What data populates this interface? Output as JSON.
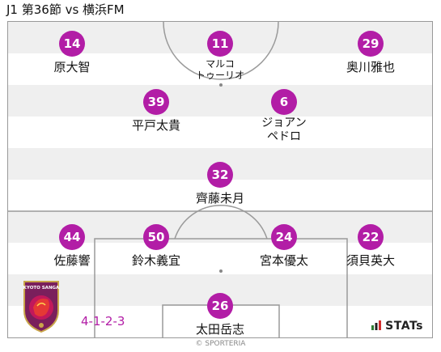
{
  "header": {
    "title": "J1 第36節 vs 横浜FM"
  },
  "formation": "4-1-2-3",
  "brand": "STATs",
  "copyright": "© SPORTERIA",
  "accent_color": "#b21da6",
  "players": [
    {
      "id": "p14",
      "number": "14",
      "name": "原大智"
    },
    {
      "id": "p11",
      "number": "11",
      "name_line1": "マルコ",
      "name_line2": "トゥーリオ"
    },
    {
      "id": "p29",
      "number": "29",
      "name": "奥川雅也"
    },
    {
      "id": "p39",
      "number": "39",
      "name": "平戸太貴"
    },
    {
      "id": "p6",
      "number": "6",
      "name_line1": "ジョアン",
      "name_line2": "ペドロ"
    },
    {
      "id": "p32",
      "number": "32",
      "name": "齊藤未月"
    },
    {
      "id": "p44",
      "number": "44",
      "name": "佐藤響"
    },
    {
      "id": "p50",
      "number": "50",
      "name": "鈴木義宜"
    },
    {
      "id": "p24",
      "number": "24",
      "name": "宮本優太"
    },
    {
      "id": "p22",
      "number": "22",
      "name": "須貝英大"
    },
    {
      "id": "p26",
      "number": "26",
      "name": "太田岳志"
    }
  ],
  "emblem": {
    "icon": "kyoto-sanga-crest-icon",
    "text": "KYOTO SANGA"
  }
}
